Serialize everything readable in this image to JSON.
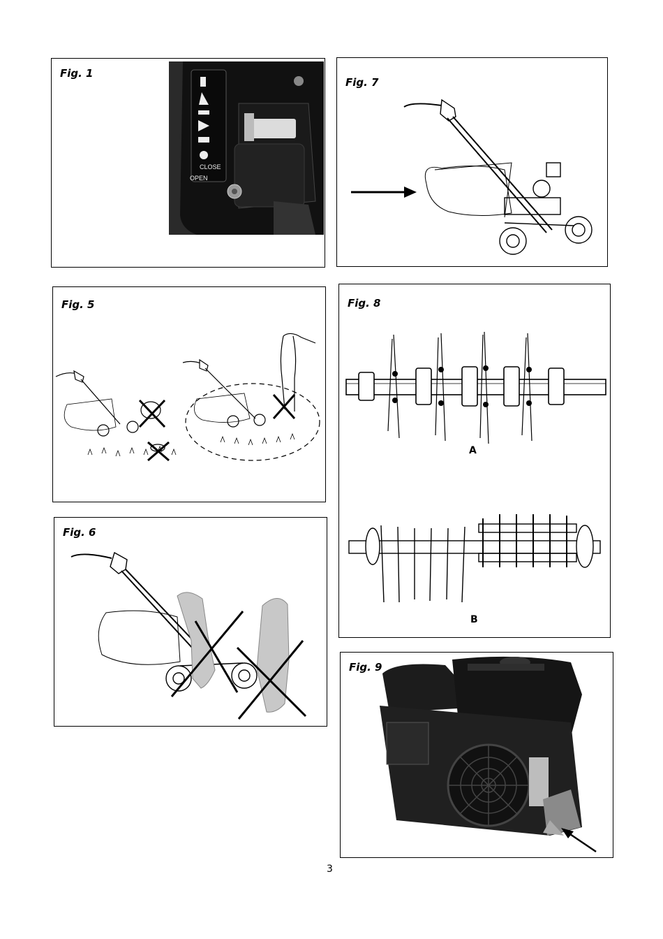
{
  "figures": {
    "fig1": {
      "label": "Fig. 1",
      "control_labels": {
        "close": "CLOSE",
        "open": "OPEN"
      }
    },
    "fig5": {
      "label": "Fig. 5"
    },
    "fig6": {
      "label": "Fig. 6"
    },
    "fig7": {
      "label": "Fig. 7"
    },
    "fig8": {
      "label": "Fig. 8",
      "sub_a": "A",
      "sub_b": "B"
    },
    "fig9": {
      "label": "Fig. 9"
    }
  },
  "page_number": "3"
}
